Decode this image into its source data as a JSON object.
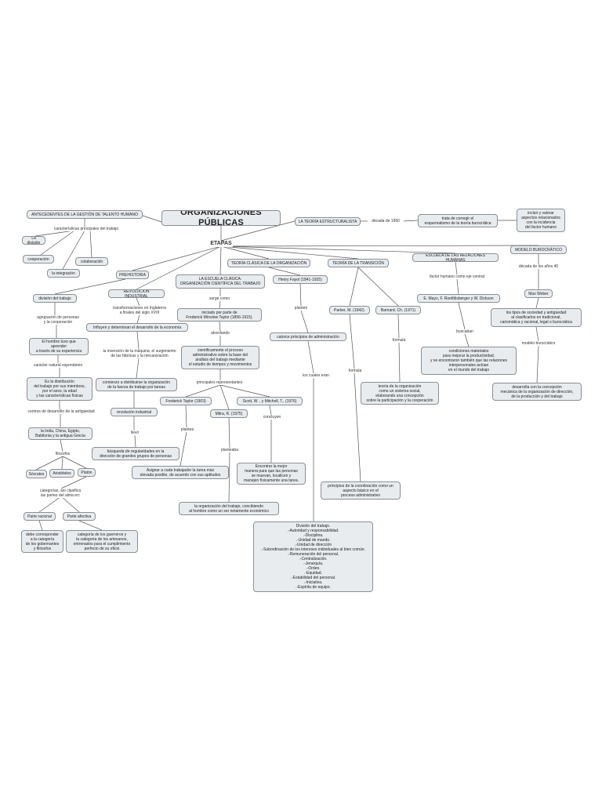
{
  "title": "ORGANIZACIONES PÚBLICAS",
  "nodes": {
    "antecedentes": "ANTECEDENTES DE LA GESTIÓN DE TALENTO HUMANO",
    "la_division": "La división",
    "cooperacion": "cooperación",
    "colaboracion": "colaboración",
    "integracion": "la integración",
    "prehistoria": "PREHISTORIA",
    "division_trabajo": "división del trabajo",
    "hombre_aprender": "El hombre tuvo que\naprender\na través de su experiencia",
    "distribucion": "Es la distribución\ndel trabajo por sus miembros,\npor el sexo, la edad\ny las características físicas",
    "india": "la India, China, Egipto,\nBabilonia y la antigua Grecia",
    "socrates": "Sócrates",
    "aristoteles": "Aristóteles",
    "platon": "Platón",
    "parte_racional": "Parte racional",
    "parte_afectiva": "Parte afectiva",
    "debe_corresponder": "debe corresponder\na la categoría\nde los gobernantes\ny filósofos",
    "categoria_guerreros": "categoría de los guerreros y\nla categoría de los artesanos,\nentrenados para el cumplimiento\nperfecto de su oficio",
    "revolucion": "REVOLUCIÓN INDUSTRIAL",
    "influyen": "Influyen y determinan el desarrollo de la economía",
    "comienzo": "comienzo a distribuirse la organización\nde la fuerza de trabajo por tareas",
    "revolucion_industrial": "revolución industrial",
    "busqueda": "búsqueda de regularidades en la\ndirección de grandes grupos de personas",
    "escuela_clasica": "LA ESCUELA CLÁSICA:\nORGANIZACIÓN CIENTÍFICA DEL TRABAJO",
    "iniciado": "iniciado por parte de\nFrederick Winslow Taylor (1856-1915).",
    "cientificamente": "científicamente el proceso\nadministrativo sobre la base del\nanálisis del trabajo mediante\nel estudio de tiempos y movimientos",
    "taylor": "Frederick Taylor (1903)",
    "mitra": "Mitra, R. (1975)",
    "scott": "Scott, W. , y Mitchell, T., (1976)",
    "asignar": "Asignar a cada trabajador la tarea más\nelevada posible, de acuerdo con sus aptitudes",
    "encontrar": "Encontrar la mejor\nmanera para que las personas\nse muevan, localicen y\nmanejen físicamente una tarea.",
    "organizacion_trabajo": "la organización del trabajo, concibiendo\nal hombre como un ser netamente económico",
    "teoria_clasica": "TEORÍA CLÁSICA DE LA ORGANIZACIÓN",
    "fayol": "Henry Fayol (1841-1925)",
    "catorce": "catorce principios de administración",
    "principios_list": "División del trabajo.\n.-Autoridad y responsabilidad.\n.-Disciplina.\n.-Unidad de mando.\n.-Unidad de dirección\n.-Subordinación de los intereses individuales al bien común.\n.-Remuneración del personal.\n.-Centralización.\n.-Jerarquía.\n.-Orden.\n.-Equidad.\n.-Estabilidad del personal.\n.-Iniciativa.\n.-Espíritu de equipo.",
    "teoria_transicion": "TEORÍA DE LA TRANSICIÓN",
    "parker": "Parker, M. (1942).",
    "barnard": "Barnard, Ch. (1971)",
    "teoria_org": "teoría de la organización\ncomo un sistema social,\nelaborando una concepción\nsobre la participación y la cooperación",
    "principios_coord": "principios de la coordinación como un\naspecto básico en el\nproceso administrativo",
    "teoria_estructuralista": "LA TEORÍA ESTRUCTURALISTA",
    "trata": "trata de corregir el\nesquematismo de la teoría burocrática",
    "incluir": "incluir y valorar\naspectos relacionados\ncon la incidencia\ndel factor humano",
    "escuela_relaciones": "ESCUELA DE LAS RELACIONES HUMANAS",
    "mayo": "E. Mayo, F. Roethlisberger y W. Dickson",
    "condiciones": "condiciones materiales\npara mejorar la productividad,\ny se encontraron también que las relaciones\ninterpersonales actúan\nen el mundo del trabajo",
    "modelo_burocratico": "MODELO BUROCRÁTICO",
    "max_weber": "Max Weber",
    "tipos_sociedad": "los tipos de sociedad y antigüedad\nal clasificarlos en tradicional,\ncarismática y racional, legal o burocrática",
    "desarrolla": "desarrolla con la concepción\nmecánica de la organización de dirección,\nde la producción y del trabajo"
  },
  "labels": {
    "etapas": "ETAPAS",
    "caracteristicas": "características principales del trabajo",
    "agrupacion": "agrupación de personas\ny la cooperación",
    "caracter": "carácter natural espontáneo",
    "centros": "centros de desarrollo de la antigüedad",
    "filosofos": "filosofos",
    "categorias": "categorías, así clasifica\nlas partes del alma en:",
    "transformaciones": "transformaciones en Inglaterra\na finales del siglo XVIII",
    "invencion": "la invención de la máquina, el surgimiento\nde las fábricas y la mecanización",
    "llevo": "llevó",
    "surge_como": "surge como",
    "abordando": "abordando",
    "principales": "principales representantes",
    "planteo_taylor": "plantea",
    "planteaba": "planteaba",
    "concluyen": "concluyen",
    "planteo_fayol": "planteó",
    "los_cuales": "los cuales eran",
    "formula_parker": "formula",
    "formula_barnard": "formula",
    "decada_1950": "década de 1950",
    "factor_humano": "factor humano como eje central",
    "buscaban": "buscaban",
    "decada_40": "década de los años 40",
    "modelo_buro": "modelo burocrático"
  }
}
